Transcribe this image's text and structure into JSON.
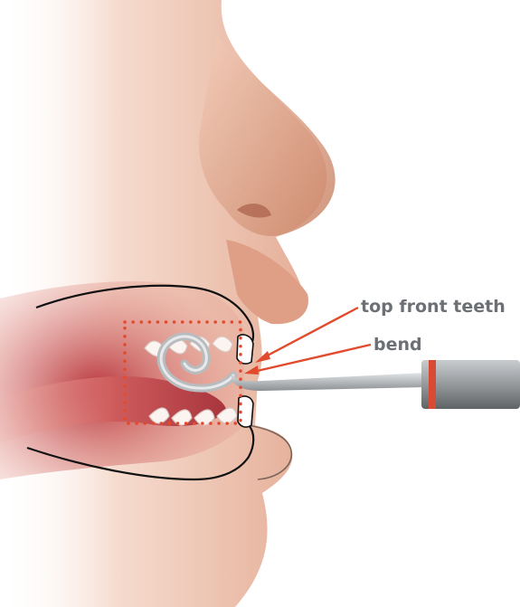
{
  "labels": {
    "top_front_teeth": "top front teeth",
    "bend": "bend"
  },
  "colors": {
    "callout": "#e24a2e",
    "skin_light": "#f6dccf",
    "skin_mid": "#e6b29b",
    "skin_dark": "#cf8d73",
    "mouth_red": "#c9474a",
    "tool_gray": "#8d9194",
    "tool_band": "#d94a35",
    "label_gray": "#6c7075"
  },
  "icons": {
    "instrument": "curved-tongue-tie-tool-icon",
    "highlight_box": "dotted-focus-box"
  }
}
